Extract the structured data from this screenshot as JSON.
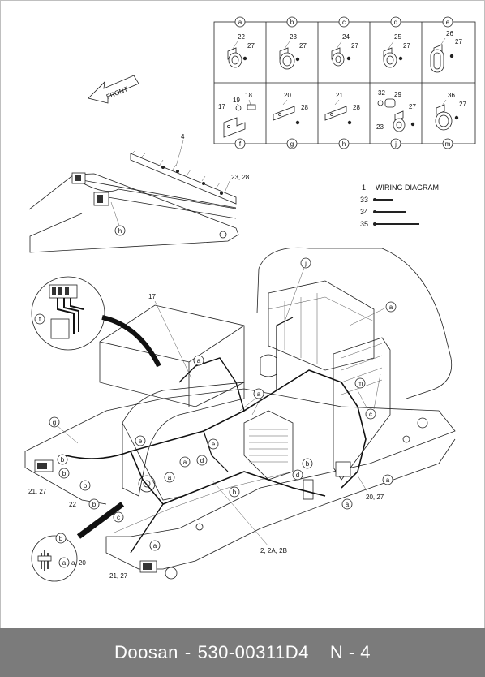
{
  "diagram": {
    "front_label": "FRONT",
    "clip_table": {
      "cells": [
        {
          "letter": "a",
          "parts": [
            "22",
            "27"
          ]
        },
        {
          "letter": "b",
          "parts": [
            "23",
            "27"
          ]
        },
        {
          "letter": "c",
          "parts": [
            "24",
            "27"
          ]
        },
        {
          "letter": "d",
          "parts": [
            "25",
            "27"
          ]
        },
        {
          "letter": "e",
          "parts": [
            "26",
            "27"
          ]
        },
        {
          "letter": "f",
          "parts": [
            "17",
            "19",
            "18"
          ]
        },
        {
          "letter": "g",
          "parts": [
            "20",
            "28"
          ]
        },
        {
          "letter": "h",
          "parts": [
            "21",
            "28"
          ]
        },
        {
          "letter": "j",
          "parts": [
            "32",
            "29",
            "27",
            "23"
          ]
        },
        {
          "letter": "m",
          "parts": [
            "36",
            "27"
          ]
        }
      ]
    },
    "boom_labels": {
      "item4": "4",
      "item23_28": "23, 28",
      "h": "h"
    },
    "legend": {
      "item1_num": "1",
      "item1_text": "WIRING DIAGRAM",
      "item33": "33",
      "item34": "34",
      "item35": "35"
    },
    "callouts": {
      "a": "a",
      "b": "b",
      "c": "c",
      "d": "d",
      "e": "e",
      "f": "f",
      "g": "g",
      "j": "j",
      "m": "m",
      "n17": "17",
      "n21_27": "21, 27",
      "n22": "22",
      "n20_27": "20, 27",
      "n2_2a_2b": "2, 2A, 2B",
      "a20": "a, 20"
    }
  },
  "footer": {
    "brand": "Doosan",
    "separator": "-",
    "part_number": "530-00311D4",
    "page": "N - 4"
  }
}
